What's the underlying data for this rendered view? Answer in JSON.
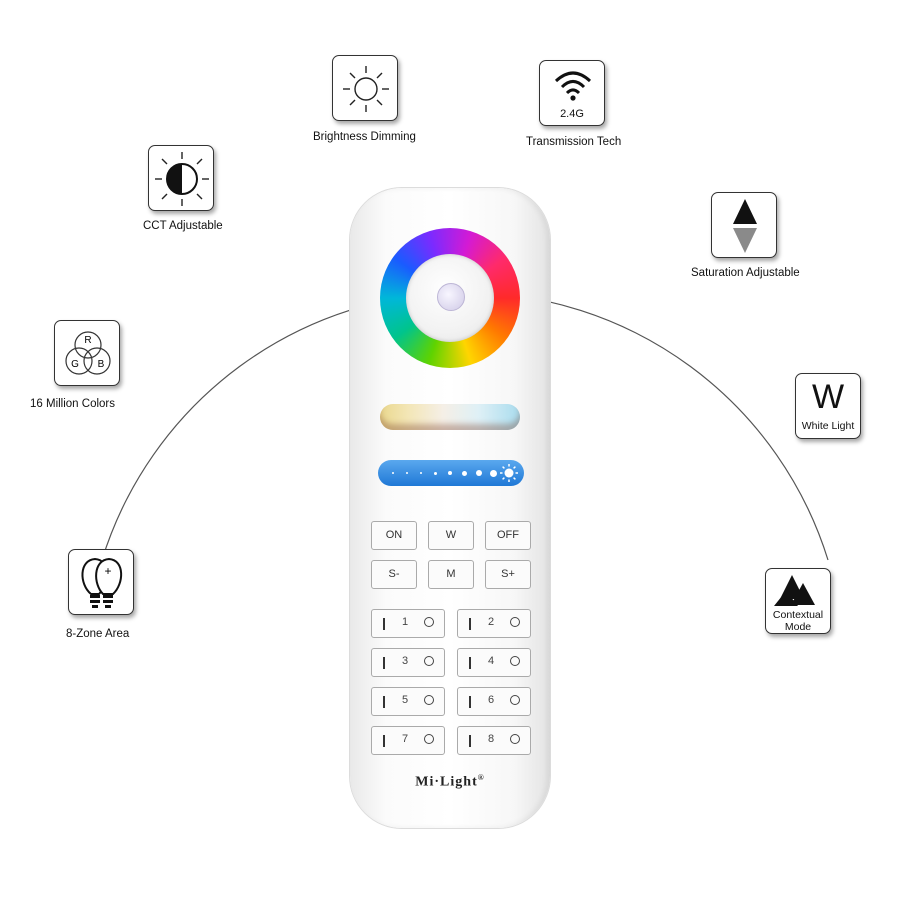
{
  "features": {
    "brightness": {
      "label": "Brightness Dimming",
      "icon": "sun-outline-icon"
    },
    "transmission": {
      "label": "Transmission Tech",
      "icon": "wifi-icon",
      "icon_text": "2.4G"
    },
    "saturation": {
      "label": "Saturation Adjustable",
      "icon": "diamond-gradient-icon"
    },
    "white": {
      "label": "White Light",
      "icon_text": "W"
    },
    "contextual": {
      "label_line1": "Contextual",
      "label_line2": "Mode",
      "icon": "mountains-icon"
    },
    "cct": {
      "label": "CCT Adjustable",
      "icon": "half-sun-icon"
    },
    "rgb": {
      "label": "16 Million Colors",
      "icon": "rgb-circles-icon",
      "r": "R",
      "g": "G",
      "b": "B"
    },
    "zone": {
      "label": "8-Zone Area",
      "icon": "bulbs-icon",
      "plus": "+"
    }
  },
  "remote": {
    "brand": "Mi·Light",
    "brand_mark": "®",
    "buttons_row1": [
      "ON",
      "W",
      "OFF"
    ],
    "buttons_row2": [
      "S-",
      "M",
      "S+"
    ],
    "zones": [
      "1",
      "2",
      "3",
      "4",
      "5",
      "6",
      "7",
      "8"
    ]
  }
}
